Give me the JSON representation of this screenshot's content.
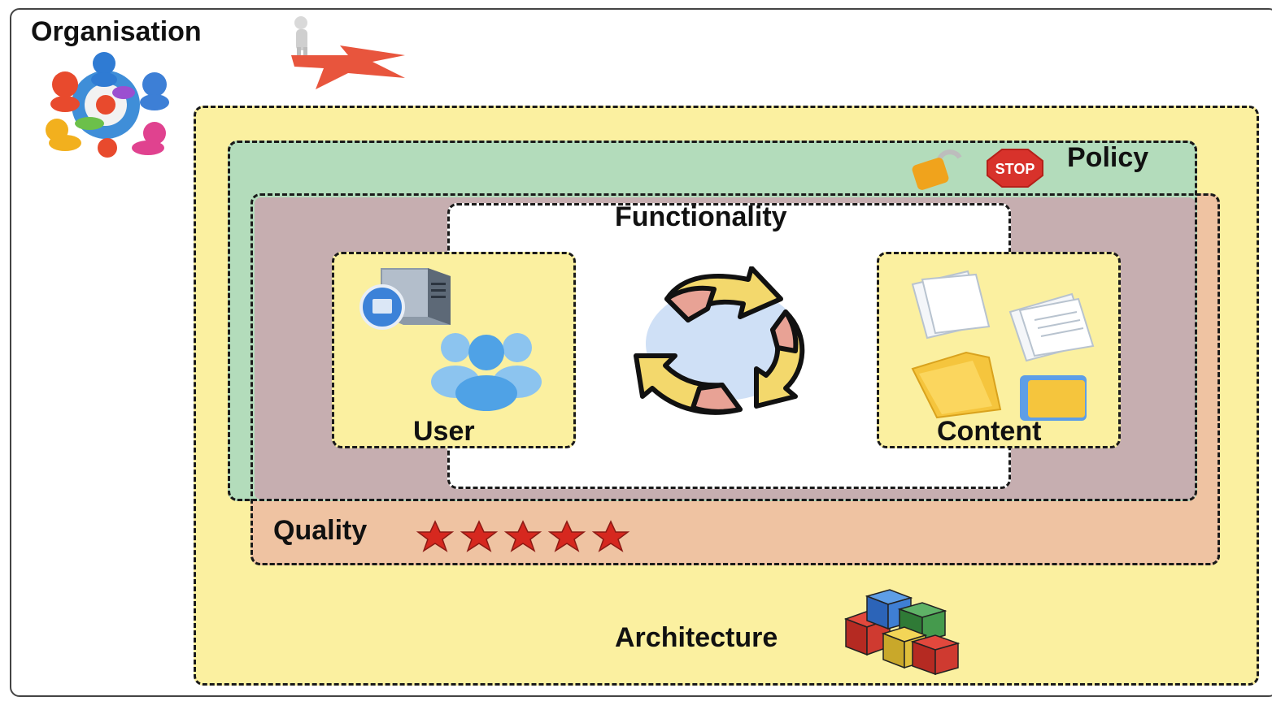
{
  "labels": {
    "organisation": "Organisation",
    "policy": "Policy",
    "functionality": "Functionality",
    "user": "User",
    "content": "Content",
    "quality": "Quality",
    "architecture": "Architecture",
    "stop_sign": "STOP"
  },
  "quality_rating": {
    "stars": 5,
    "max": 5
  },
  "icons": {
    "organisation": "colorful-people-circle-icon",
    "direction": "person-crossroads-arrow-icon",
    "policy": [
      "padlock-icon",
      "stop-sign-icon"
    ],
    "user": [
      "server-icon",
      "user-group-icon"
    ],
    "functionality": "recycle-arrows-icon",
    "content": "documents-icon",
    "architecture": "stacked-cubes-icon"
  },
  "colors": {
    "architecture_bg": "#fbf0a0",
    "policy_bg": "#b3dcbb",
    "quality_bg": "#efc3a2",
    "inner_bg": "#c6aeb0",
    "functionality_bg": "#ffffff",
    "star": "#d6281f"
  }
}
